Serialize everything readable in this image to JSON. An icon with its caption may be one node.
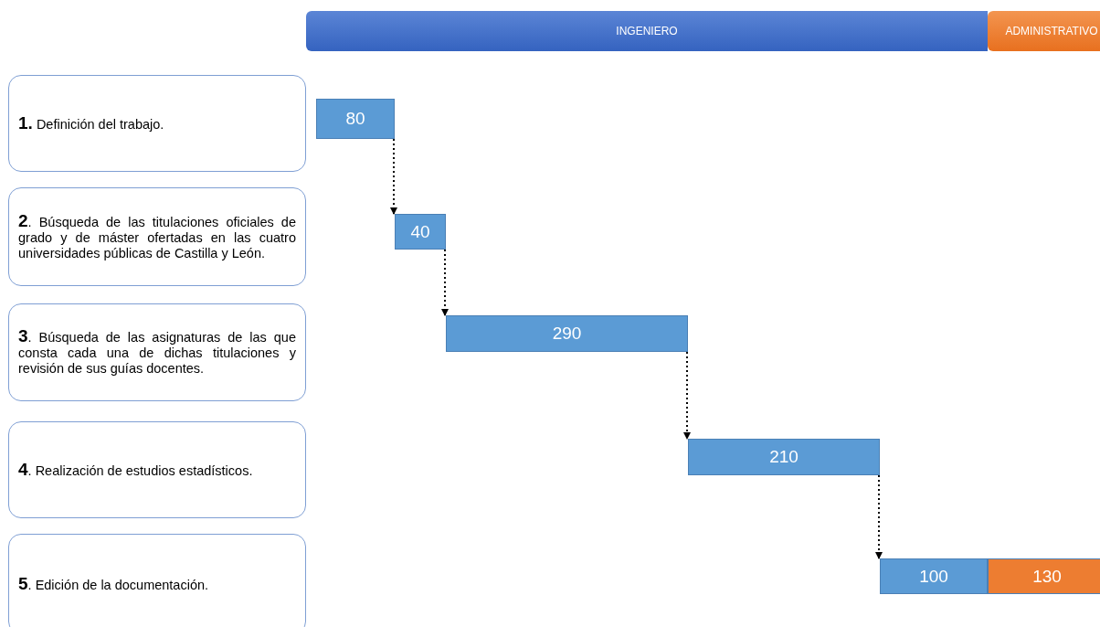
{
  "diagram": {
    "nodes": [
      {
        "text": [
          "INGENIERO"
        ]
      },
      {
        "text": [
          "ADMINISTRATIVO"
        ]
      },
      {
        "text": [
          "**1.** Definición del trabajo."
        ]
      },
      {
        "text": [
          "**2**. Búsqueda de las titulaciones oficiales de grado y de máster ofertadas en las cuatro universidades públicas de Castilla y León."
        ]
      },
      {
        "text": [
          "**3**. Búsqueda de las asignaturas de las que consta cada una de dichas titulaciones y revisión de sus guías docentes."
        ]
      },
      {
        "text": [
          "**4**. Realización de estudios estadísticos."
        ]
      },
      {
        "text": [
          "**5**. Edición de la documentación."
        ]
      },
      {
        "text": [
          "80"
        ]
      },
      {
        "text": [
          "40"
        ]
      },
      {
        "text": [
          "290"
        ]
      },
      {
        "text": [
          "210"
        ]
      },
      {
        "text": [
          "100"
        ]
      },
      {
        "text": [
          "130"
        ]
      }
    ],
    "edges": [
      {
        "from": 7,
        "to": 8,
        "arrow": "to",
        "style": "dashed"
      },
      {
        "from": 8,
        "to": 9,
        "arrow": "to",
        "style": "dashed"
      },
      {
        "from": 9,
        "to": 10,
        "arrow": "to",
        "style": "dashed"
      },
      {
        "from": 10,
        "to": 11,
        "arrow": "to",
        "style": "dashed"
      }
    ]
  }
}
